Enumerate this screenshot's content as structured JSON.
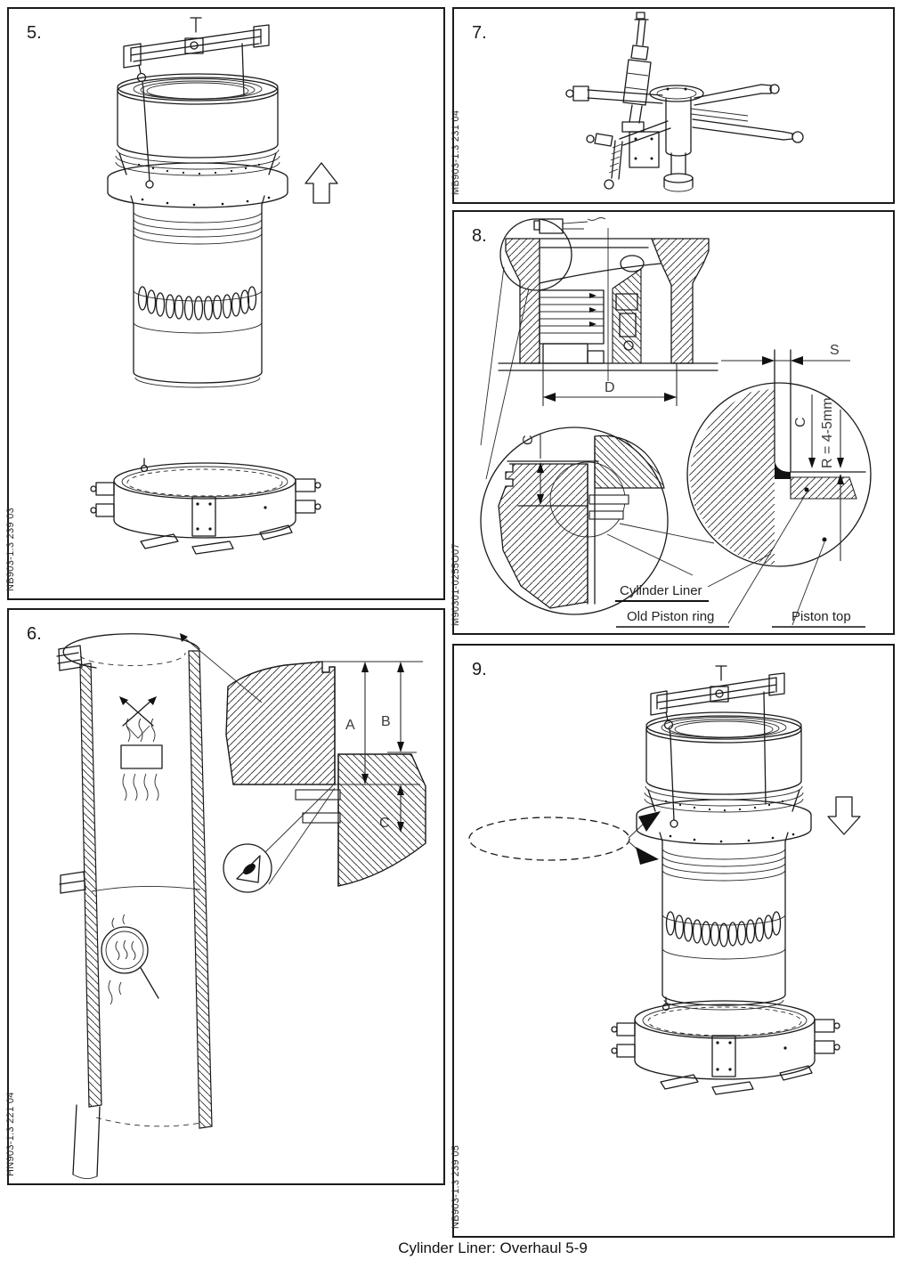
{
  "page": {
    "caption": "Cylinder Liner: Overhaul 5-9"
  },
  "panels": {
    "p5": {
      "number": "5.",
      "code": "NB903-1.3 239 03"
    },
    "p6": {
      "number": "6.",
      "code": "HN903-1.3 221 04",
      "labels": {
        "a": "A",
        "b": "B",
        "c": "C"
      }
    },
    "p7": {
      "number": "7.",
      "code": "MB903-1.3 231 04"
    },
    "p8": {
      "number": "8.",
      "code": "M90301-0255O07",
      "labels": {
        "d": "D",
        "s": "S",
        "c_left": "C",
        "c_right": "C",
        "r": "R = 4-5mm",
        "cylinder_liner": "Cylinder Liner",
        "old_piston_ring": "Old Piston ring",
        "piston_top": "Piston top"
      }
    },
    "p9": {
      "number": "9.",
      "code": "NB903-1.3 239 05"
    }
  }
}
